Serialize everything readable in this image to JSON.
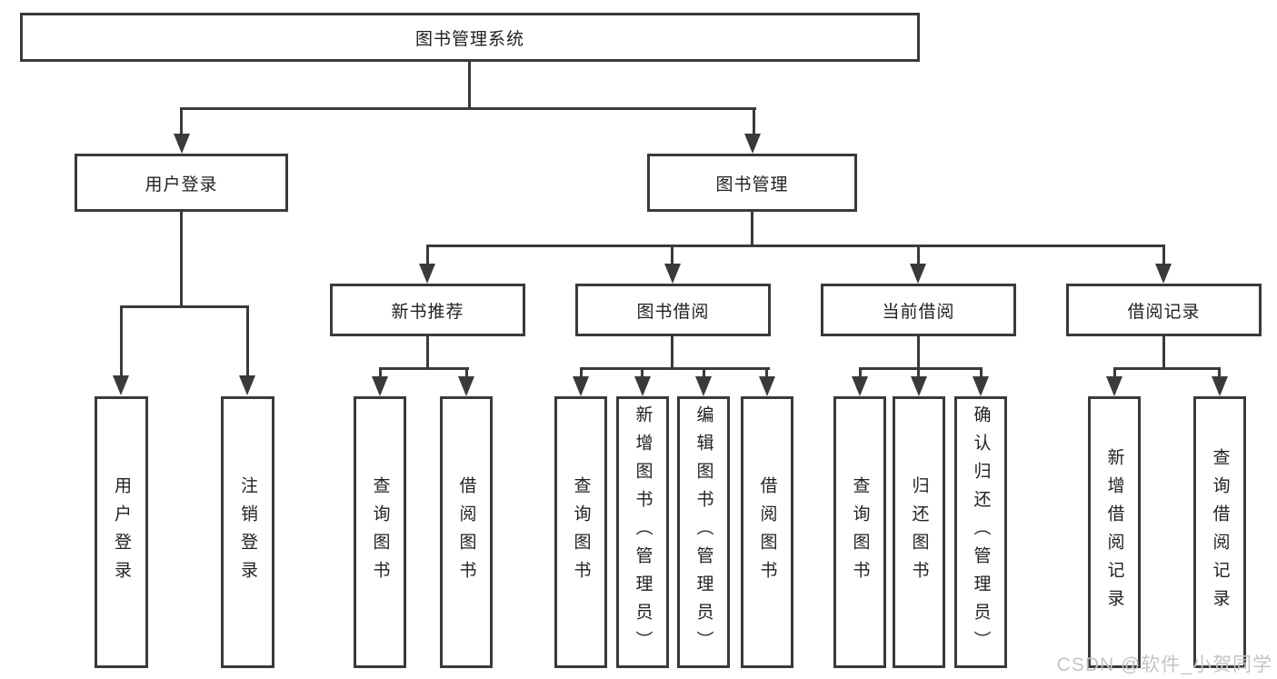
{
  "diagram": {
    "root": {
      "label": "图书管理系统"
    },
    "level2": [
      {
        "label": "用户登录"
      },
      {
        "label": "图书管理"
      }
    ],
    "level3": [
      {
        "label": "新书推荐"
      },
      {
        "label": "图书借阅"
      },
      {
        "label": "当前借阅"
      },
      {
        "label": "借阅记录"
      }
    ],
    "leaves": [
      {
        "label": "用户登录"
      },
      {
        "label": "注销登录"
      },
      {
        "label": "查询图书"
      },
      {
        "label": "借阅图书"
      },
      {
        "label": "查询图书"
      },
      {
        "label": "新增图书（管理员）"
      },
      {
        "label": "编辑图书（管理员）"
      },
      {
        "label": "借阅图书"
      },
      {
        "label": "查询图书"
      },
      {
        "label": "归还图书"
      },
      {
        "label": "确认归还（管理员）"
      },
      {
        "label": "新增借阅记录"
      },
      {
        "label": "查询借阅记录"
      }
    ],
    "watermark": "CSDN @软件_小贺同学",
    "colors": {
      "line": "#3a3a3a",
      "text": "#222222",
      "watermark": "#c4c4c4",
      "background": "#ffffff"
    }
  }
}
